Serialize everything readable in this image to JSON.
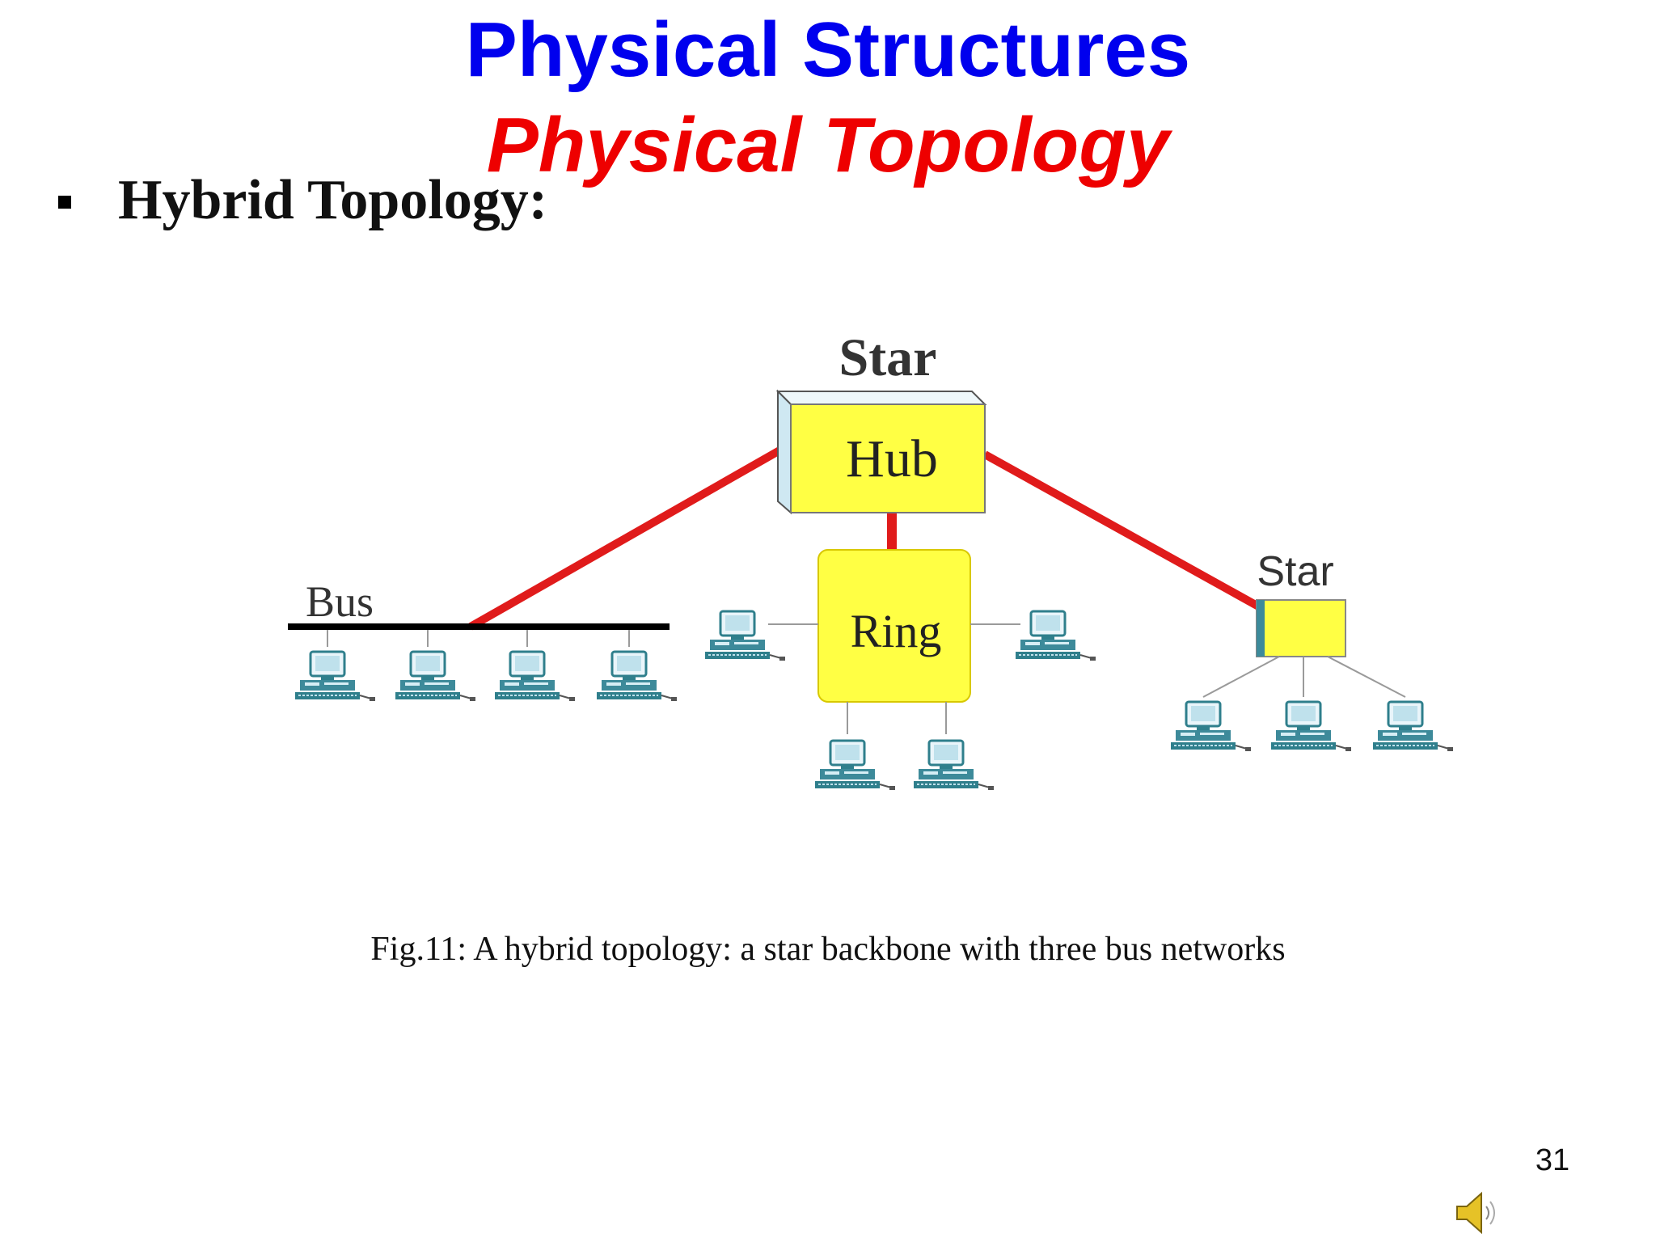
{
  "slide": {
    "title": "Physical Structures",
    "subtitle": "Physical Topology",
    "bullet": "Hybrid Topology:",
    "caption": "Fig.11: A hybrid topology: a star backbone with three bus networks",
    "page_number": "31",
    "speaker_icon": "speaker-icon"
  },
  "diagram": {
    "labels": {
      "star_top": "Star",
      "hub": "Hub",
      "ring": "Ring",
      "bus": "Bus",
      "star_right": "Star"
    },
    "colors": {
      "link": "#e01b1b",
      "device_fill": "#ffff44",
      "device_side": "#cfe8f2",
      "bus_line": "#000000",
      "drop_line": "#9a9a9a"
    },
    "computer_icon": "desktop-computer-icon"
  }
}
